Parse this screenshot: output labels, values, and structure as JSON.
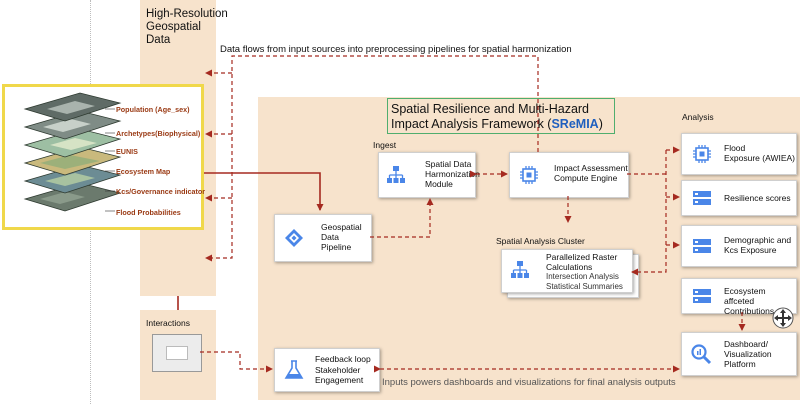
{
  "source_zone": {
    "title": "High-Resolution\nGeospatial\nData"
  },
  "notes": {
    "top": "Data flows from input sources into preprocessing pipelines for spatial harmonization",
    "bottom": "Inputs powers dashboards and visualizations for final analysis outputs"
  },
  "framework": {
    "title_line1": "Spatial Resilience and Multi-Hazard",
    "title_line2": "Impact Analysis Framework (",
    "title_acronym": "SReMIA",
    "title_close": ")"
  },
  "layers": [
    "Population (Age_sex)",
    "Archetypes(Biophysical)",
    "EUNIS",
    "Ecosystem Map",
    "Kcs/Governance indicator",
    "Flood Probabilities"
  ],
  "groups": {
    "ingest": "Ingest",
    "analysis": "Analysis",
    "cluster": "Spatial Analysis Cluster",
    "interactions": "Interactions"
  },
  "nodes": {
    "harmonization": "Spatial Data\nHarmonization\nModule",
    "impact": "Impact Assessment\nCompute Engine",
    "pipeline": "Geospatial\nData\nPipeline",
    "cluster_title": "Parallelized Raster\nCalculations",
    "cluster_sub": "Intersection Analysis\nStatistical Summaries",
    "flood": "Flood\nExposure (AWIEA)",
    "resilience": "Resilience scores",
    "demographic": "Demographic and\nKcs Exposure",
    "ecosystem": "Ecosystem affceted\nContributions",
    "dashboard": "Dashboard/\nVisualization\nPlatform",
    "feedback_title": "Feedback loop",
    "feedback_sub": "Stakeholder\nEngagement"
  },
  "colors": {
    "zone": "#f7e3cc",
    "arrow": "#a52a20",
    "accent": "#1f5fbf",
    "layer_text": "#9a3a14"
  }
}
